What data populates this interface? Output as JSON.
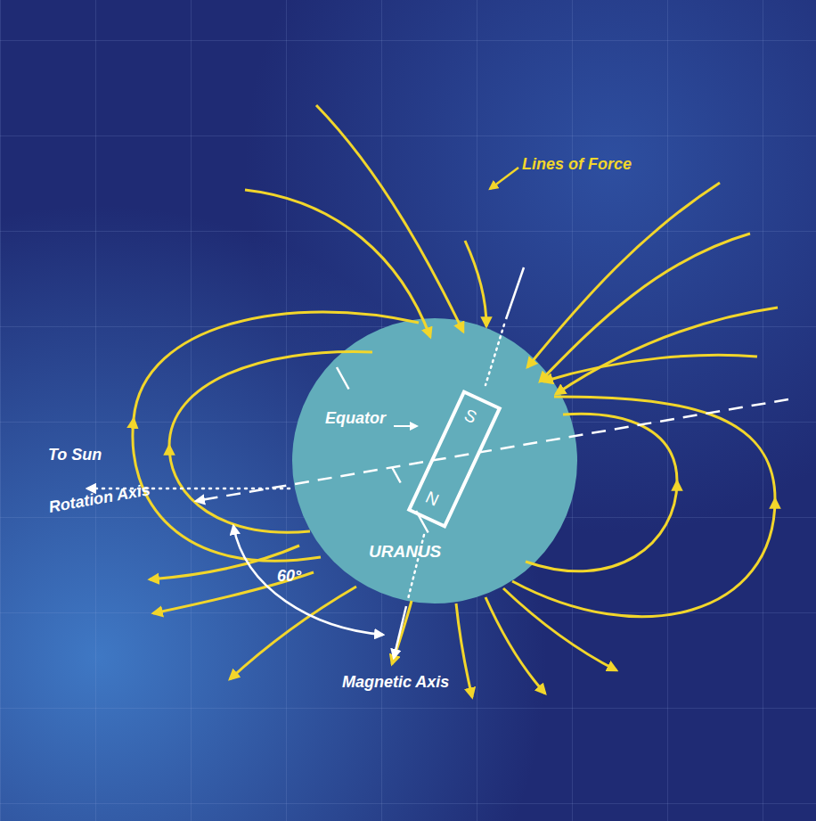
{
  "diagram": {
    "nodes": [
      {
        "text": [
          "Equator",
          "URANUS"
        ]
      },
      {
        "text": [
          "S",
          "N"
        ],
        "in": 0
      }
    ],
    "labels": [
      "Lines of Force",
      "To Sun",
      "Rotation Axis",
      "60°",
      "Magnetic Axis"
    ]
  }
}
